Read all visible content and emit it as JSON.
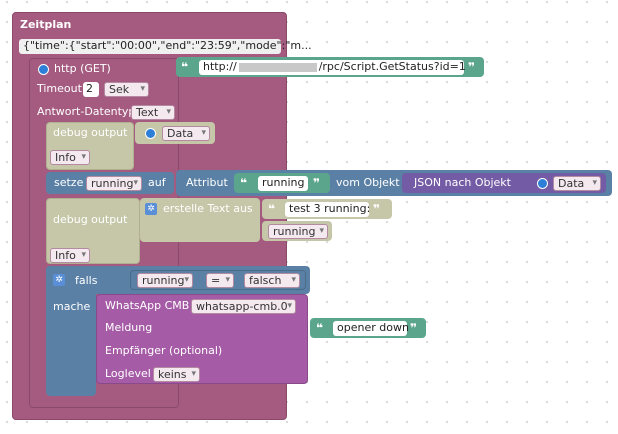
{
  "zeitplan": {
    "label": "Zeitplan",
    "json": "{\"time\":{\"start\":\"00:00\",\"end\":\"23:59\",\"mode\":\"m..."
  },
  "http": {
    "label": "http (GET)",
    "url": "http://",
    "url_suffix": "/rpc/Script.GetStatus?id=1",
    "timeout_label": "Timeout",
    "timeout_value": "2",
    "timeout_unit": "Sek",
    "datatype_label": "Antwort-Datentyp",
    "datatype_value": "Text"
  },
  "debug1": {
    "label": "debug output",
    "value": "Data",
    "level": "Info"
  },
  "setze": {
    "label": "setze",
    "variable": "running",
    "auf": "auf",
    "attribut_label": "Attribut",
    "attribut_value": "running",
    "vom_objekt": "vom Objekt",
    "json_label": "JSON nach Objekt",
    "json_value": "Data"
  },
  "debug2": {
    "label": "debug output",
    "text_label": "erstelle Text aus",
    "text1": "test 3 running:",
    "text2": "running",
    "level": "Info"
  },
  "falls": {
    "falls_label": "falls",
    "mache_label": "mache",
    "left": "running",
    "op": "=",
    "right": "falsch"
  },
  "whatsapp": {
    "label": "WhatsApp CMB",
    "instance": "whatsapp-cmb.0",
    "meldung_label": "Meldung",
    "meldung_value": "opener down",
    "empfaenger_label": "Empfänger (optional)",
    "loglevel_label": "Loglevel",
    "loglevel_value": "keins"
  },
  "colors": {
    "zeitplan": "#a55b80",
    "http": "#a55b80",
    "debug": "#c6c6a8",
    "setze": "#5b80a5",
    "json": "#745ba5",
    "falls": "#5b80a5",
    "whatsapp": "#a55ba5",
    "text": "#5ba58c"
  }
}
